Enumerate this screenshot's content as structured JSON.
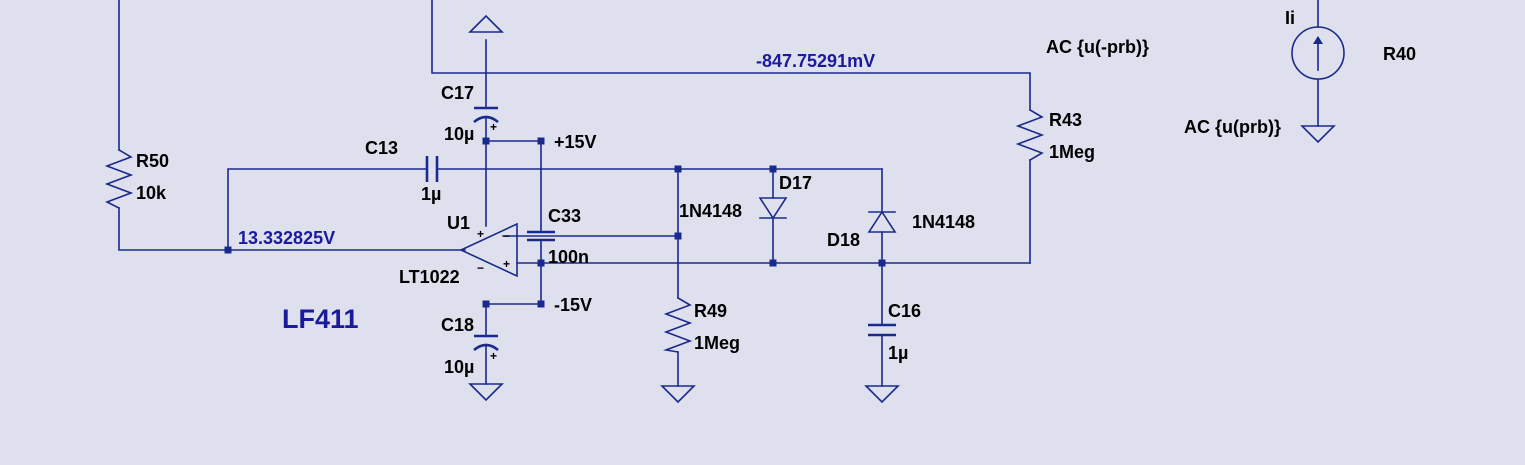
{
  "colors": {
    "background": "#dfe0ee",
    "wire": "#1a2a8c",
    "label": "#000000",
    "voltage_label": "#1a1a9c"
  },
  "components": {
    "r50": {
      "ref": "R50",
      "value": "10k"
    },
    "r43": {
      "ref": "R43",
      "value": "1Meg"
    },
    "r49": {
      "ref": "R49",
      "value": "1Meg"
    },
    "r40": {
      "ref": "R40"
    },
    "c13": {
      "ref": "C13",
      "value": "1µ"
    },
    "c17": {
      "ref": "C17",
      "value": "10µ"
    },
    "c18": {
      "ref": "C18",
      "value": "10µ"
    },
    "c33": {
      "ref": "C33",
      "value": "100n"
    },
    "c16": {
      "ref": "C16",
      "value": "1µ"
    },
    "d17": {
      "ref": "D17",
      "value": "1N4148"
    },
    "d18": {
      "ref": "D18",
      "value": "1N4148"
    },
    "u1": {
      "ref": "U1",
      "value": "LT1022"
    },
    "ii": {
      "ref": "Ii",
      "ac_top": "AC {u(-prb)}",
      "ac_bottom": "AC {u(prb)}"
    }
  },
  "nets": {
    "pos_supply": "+15V",
    "neg_supply": "-15V"
  },
  "probes": {
    "top_wire": "-847.75291mV",
    "input_node": "13.332825V"
  },
  "comment": "LF411"
}
